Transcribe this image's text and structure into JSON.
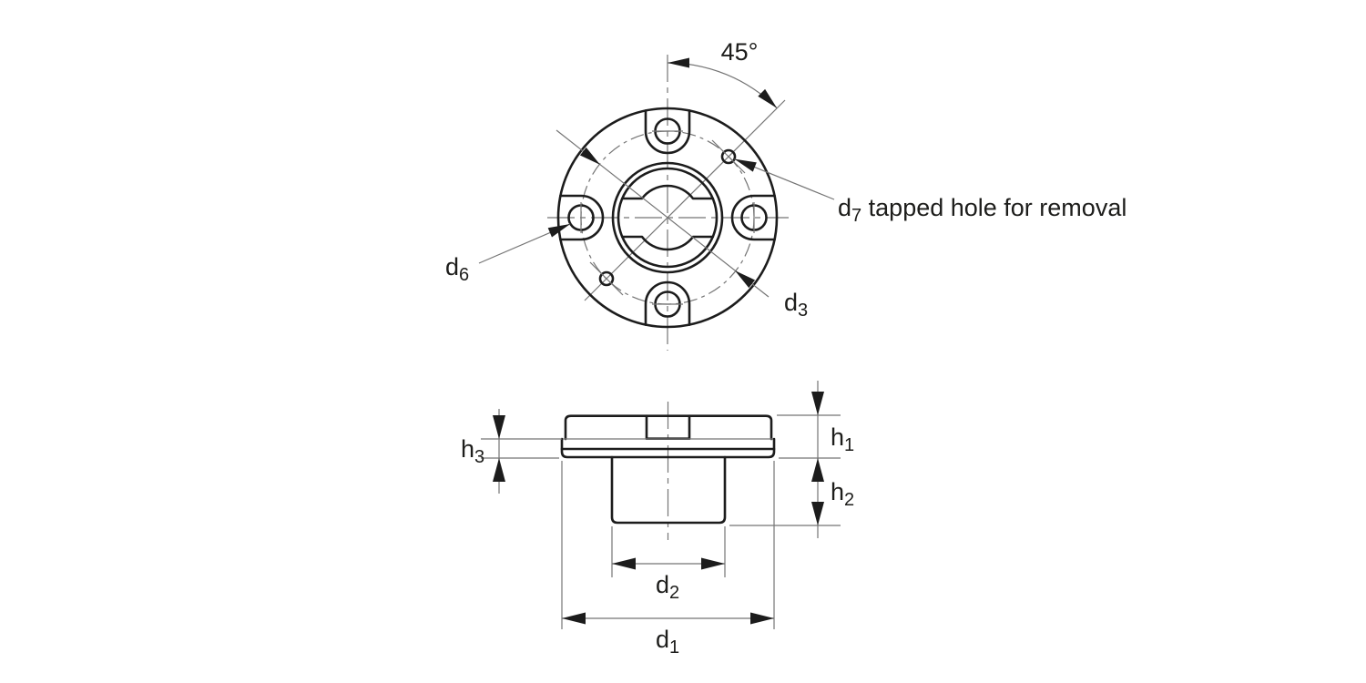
{
  "drawing": {
    "colors": {
      "outline": "#1c1c1c",
      "thin_line": "#757575",
      "text": "#1d1d1b",
      "background": "#ffffff"
    },
    "labels": {
      "angle_45": "45°",
      "d1": {
        "base": "d",
        "sub": "1"
      },
      "d2": {
        "base": "d",
        "sub": "2"
      },
      "d3": {
        "base": "d",
        "sub": "3"
      },
      "d6": {
        "base": "d",
        "sub": "6"
      },
      "d7": {
        "base": "d",
        "sub": "7",
        "note": " tapped hole for removal"
      },
      "h1": {
        "base": "h",
        "sub": "1"
      },
      "h2": {
        "base": "h",
        "sub": "2"
      },
      "h3": {
        "base": "h",
        "sub": "3"
      }
    }
  }
}
